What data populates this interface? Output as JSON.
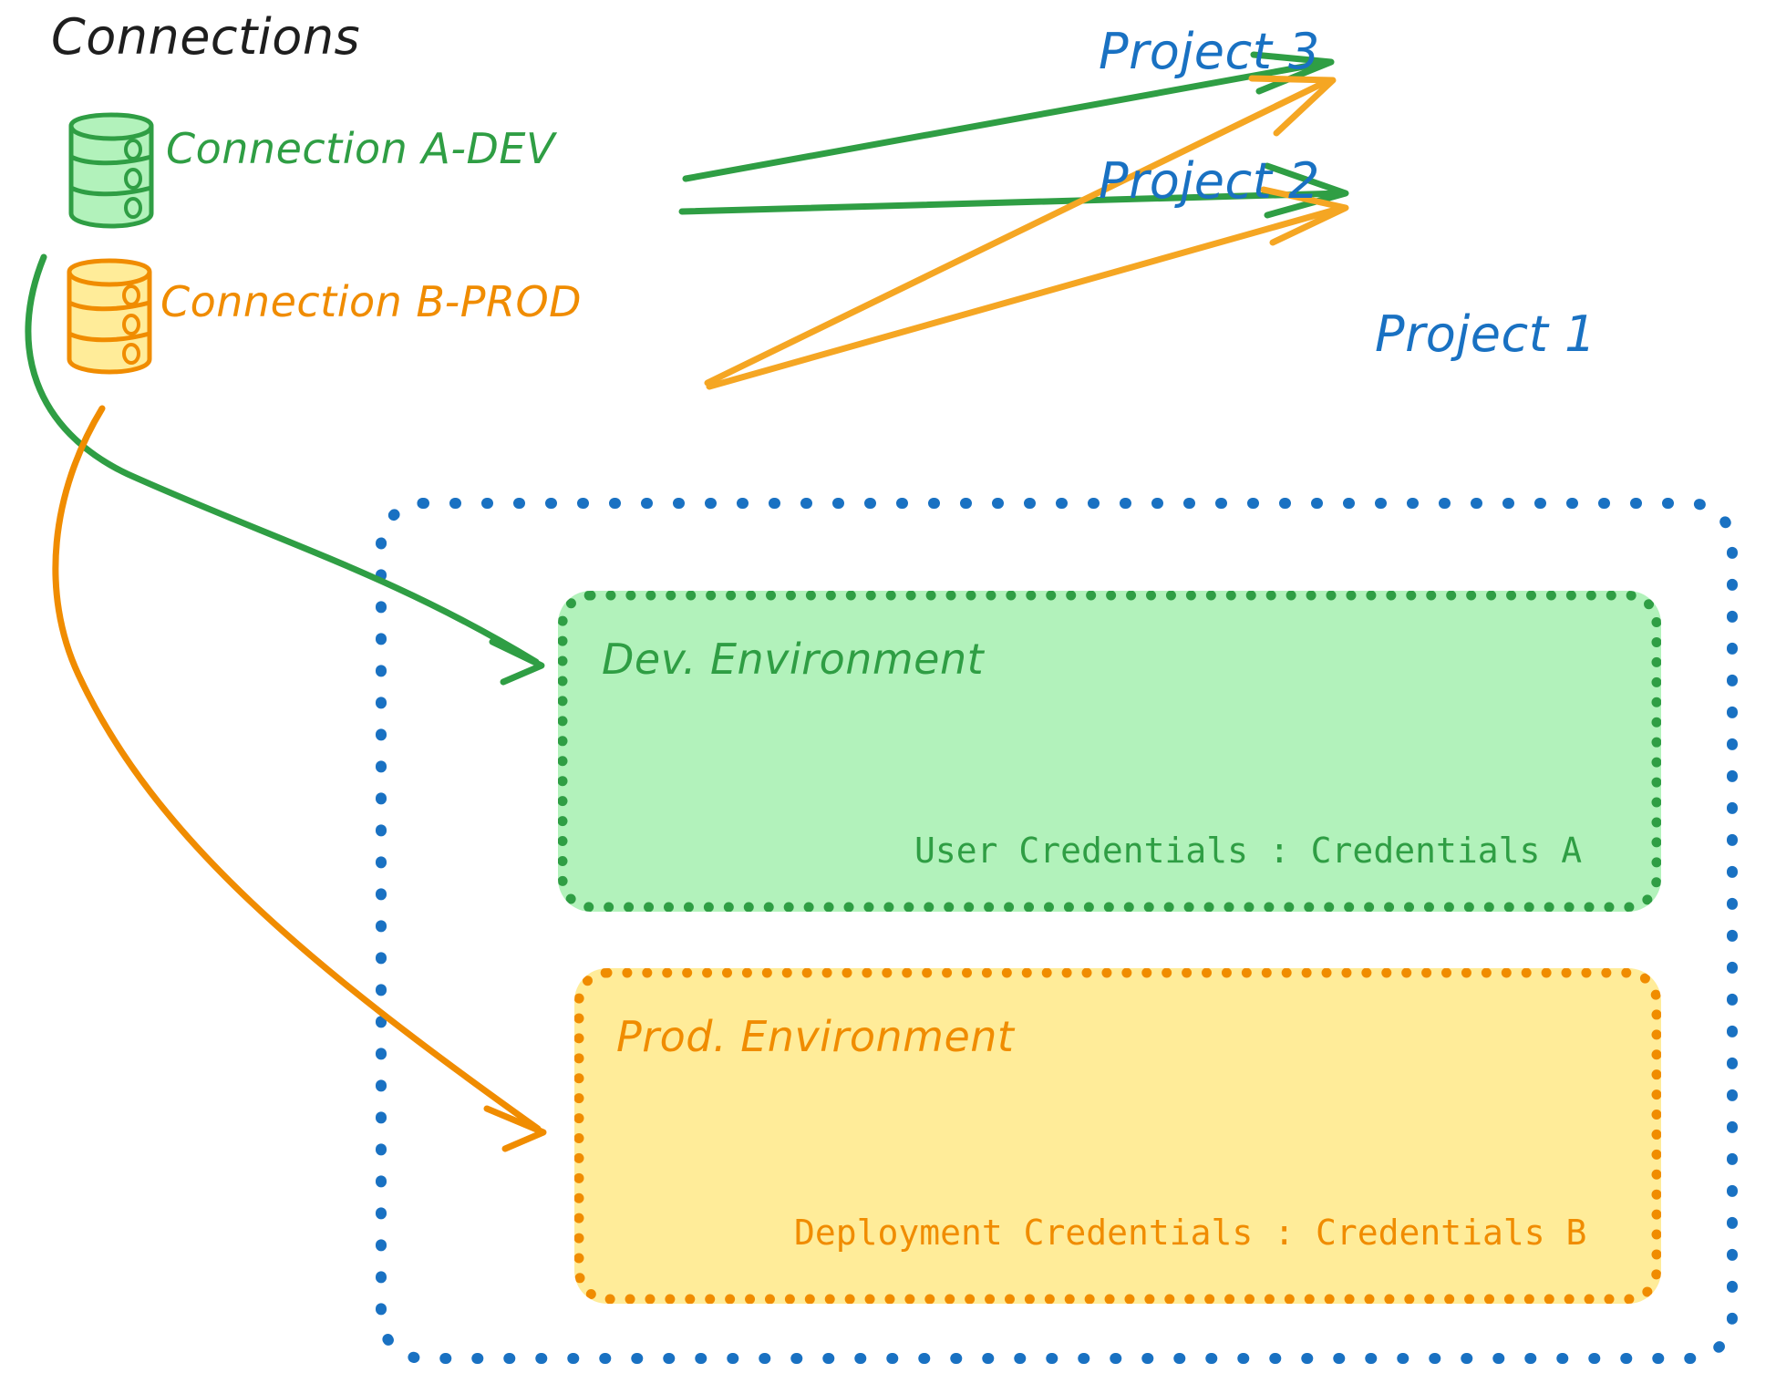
{
  "title": "Connections",
  "connections": [
    {
      "id": "conn-a",
      "label": "Connection A-DEV",
      "color": "#2f9e44",
      "icon": "database-icon"
    },
    {
      "id": "conn-b",
      "label": "Connection B-PROD",
      "color": "#f08c00",
      "icon": "database-icon"
    }
  ],
  "projects": [
    {
      "id": "project-3",
      "label": "Project 3",
      "color": "#1971c2"
    },
    {
      "id": "project-2",
      "label": "Project 2",
      "color": "#1971c2"
    },
    {
      "id": "project-1",
      "label": "Project 1",
      "color": "#1971c2"
    }
  ],
  "project1_container": {
    "border_color": "#1971c2",
    "environments": [
      {
        "id": "dev-environment",
        "title": "Dev. Environment",
        "credential_label": "User Credentials",
        "credential_separator": ":",
        "credential_value": "Credentials A",
        "credential_line": "User Credentials : Credentials A",
        "fill": "#b2f2bb",
        "border_color": "#2f9e44",
        "text_color": "#2f9e44"
      },
      {
        "id": "prod-environment",
        "title": "Prod. Environment",
        "credential_label": "Deployment Credentials",
        "credential_separator": ":",
        "credential_value": "Credentials B",
        "credential_line": "Deployment Credentials : Credentials B",
        "fill": "#ffec99",
        "border_color": "#f08c00",
        "text_color": "#f08c00"
      }
    ]
  },
  "edges": [
    {
      "id": "edge-a-dev-to-project-3",
      "from": "Connection A-DEV",
      "to": "Project 3",
      "color": "#2f9e44"
    },
    {
      "id": "edge-a-dev-to-project-2",
      "from": "Connection A-DEV",
      "to": "Project 2",
      "color": "#2f9e44"
    },
    {
      "id": "edge-a-dev-to-dev-environment",
      "from": "Connection A-DEV",
      "to": "Dev. Environment",
      "color": "#2f9e44"
    },
    {
      "id": "edge-b-prod-to-project-3",
      "from": "Connection B-PROD",
      "to": "Project 3",
      "color": "#f5a623"
    },
    {
      "id": "edge-b-prod-to-project-2",
      "from": "Connection B-PROD",
      "to": "Project 2",
      "color": "#f5a623"
    },
    {
      "id": "edge-b-prod-to-prod-environment",
      "from": "Connection B-PROD",
      "to": "Prod. Environment",
      "color": "#f08c00"
    }
  ],
  "palette": {
    "black": "#1e1e1e",
    "green": "#2f9e44",
    "green_fill": "#b2f2bb",
    "orange": "#f08c00",
    "orange_light": "#f5a623",
    "yellow_fill": "#ffec99",
    "blue": "#1971c2",
    "background": "#ffffff"
  }
}
